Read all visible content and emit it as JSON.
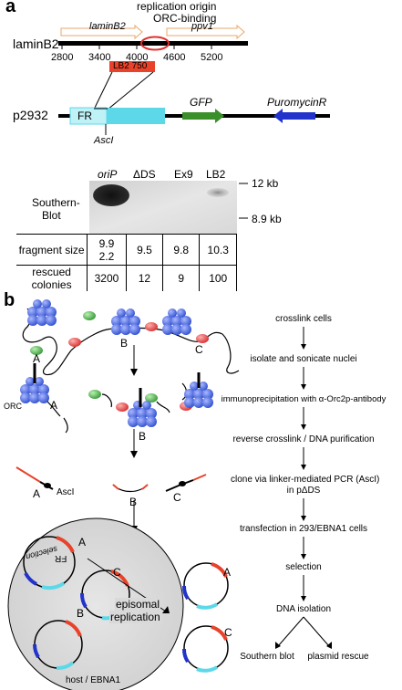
{
  "panel_a": {
    "letter": "a",
    "origin_line1": "replication origin",
    "origin_line2": "ORC-binding",
    "locus_label": "laminB2",
    "gene_laminB2": "laminB2",
    "gene_ppv1": "ppv1",
    "coords": [
      "2800",
      "3400",
      "4000",
      "4600",
      "5200"
    ],
    "fragment_label": "LB2 750",
    "plasmid_label": "p2932",
    "fr_label": "FR",
    "gfp_label": "GFP",
    "puro_label": "PuromycinR",
    "asc_label": "AscI",
    "columns": [
      "oriP",
      "ΔDS",
      "Ex9",
      "LB2"
    ],
    "marker_high": "12 kb",
    "marker_low": "8.9 kb",
    "southern_line1": "Southern-",
    "southern_line2": "Blot",
    "row_fragment_label": "fragment size",
    "fragment_sizes": [
      "9.9\n2.2",
      "9.5",
      "9.8",
      "10.3"
    ],
    "row_colonies_label": "rescued colonies",
    "colonies": [
      "3200",
      "12",
      "9",
      "100"
    ]
  },
  "panel_b": {
    "letter": "b",
    "labels": {
      "A1": "A",
      "B1": "B",
      "C1": "C",
      "orc": "ORC",
      "A2": "A",
      "B2": "B",
      "A3": "A",
      "asc": "AscI",
      "B3": "B",
      "C3": "C",
      "cellA": "A",
      "cellC": "C",
      "cellB": "B",
      "fr": "FR",
      "selection": "selection",
      "episomal1": "episomal",
      "episomal2": "replication",
      "host": "host / EBNA1",
      "resA": "A",
      "resC": "C"
    },
    "steps": [
      "crosslink cells",
      "isolate and sonicate nuclei",
      "immunoprecipitation with α-Orc2p-antibody",
      "reverse crosslink / DNA purification",
      "clone via linker-mediated PCR (AscI)",
      "in pΔDS",
      "transfection in 293/EBNA1 cells",
      "selection",
      "DNA isolation",
      "Southern blot",
      "plasmid rescue"
    ]
  },
  "colors": {
    "nucleosome": "#3f5fd8",
    "red_protein": "#e04848",
    "green_protein": "#4aa84a",
    "cyan": "#5cd8e8",
    "gfp": "#3a8f2a",
    "puro": "#2233cc",
    "lb2_red": "#e8432a",
    "gene_arrow": "#e8a868",
    "cell_gray": "#dcdcdc"
  }
}
